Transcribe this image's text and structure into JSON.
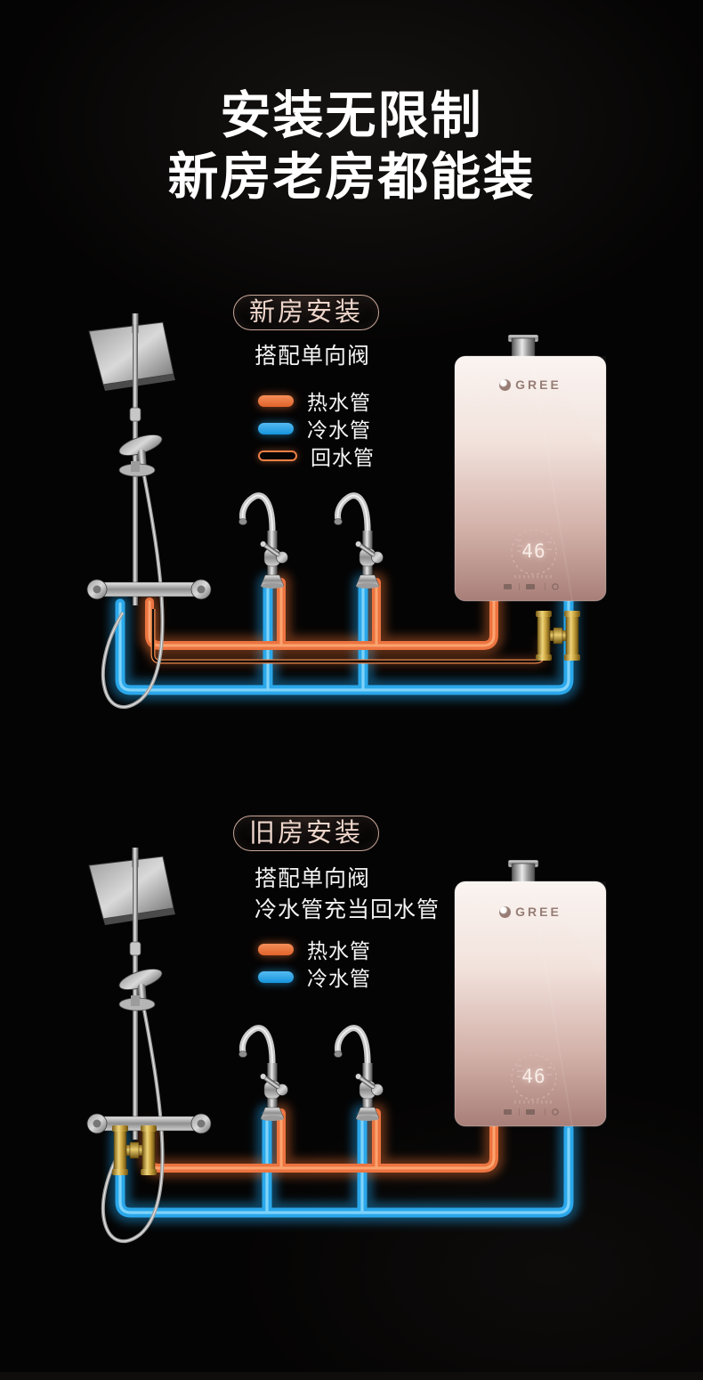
{
  "title": {
    "line1": "安装无限制",
    "line2": "新房老房都能装"
  },
  "colors": {
    "background": "#050404",
    "hot_pipe": "#ec7440",
    "cold_pipe": "#2aa7ea",
    "return_pipe_outline": "#f28a4d",
    "badge_border": "#c9a89a",
    "badge_text": "#eed6cb",
    "brass_valve": "#d9b95c",
    "heater_panel_top": "#faf4f1",
    "heater_panel_bottom": "#a87f78"
  },
  "sections": [
    {
      "id": "new-house",
      "badge": "新房安装",
      "notes": [
        "搭配单向阀"
      ],
      "legend": [
        {
          "label": "热水管",
          "swatch": "solid-hot"
        },
        {
          "label": "冷水管",
          "swatch": "solid-cold"
        },
        {
          "label": "回水管",
          "swatch": "outline-hot"
        }
      ],
      "heater": {
        "brand": "GREE",
        "display_temp": "46"
      }
    },
    {
      "id": "old-house",
      "badge": "旧房安装",
      "notes": [
        "搭配单向阀",
        "冷水管充当回水管"
      ],
      "legend": [
        {
          "label": "热水管",
          "swatch": "solid-hot"
        },
        {
          "label": "冷水管",
          "swatch": "solid-cold"
        }
      ],
      "heater": {
        "brand": "GREE",
        "display_temp": "46"
      }
    }
  ]
}
